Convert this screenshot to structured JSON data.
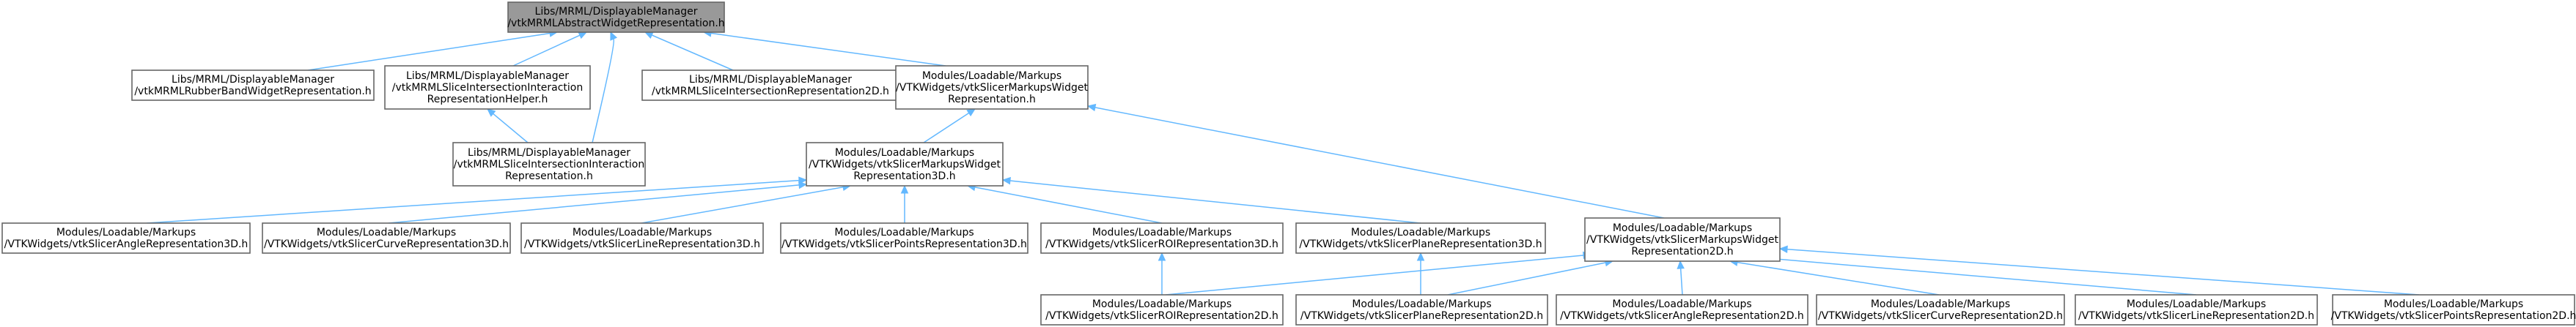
{
  "graph": {
    "colors": {
      "edge": "#63b8ff",
      "node_border": "#666666",
      "root_fill": "#999999",
      "node_fill": "#ffffff",
      "text": "#000000"
    },
    "nodes": [
      {
        "id": "n0",
        "lines": [
          "Libs/MRML/DisplayableManager",
          "/vtkMRMLAbstractWidgetRepresentation.h"
        ]
      },
      {
        "id": "n1",
        "lines": [
          "Libs/MRML/DisplayableManager",
          "/vtkMRMLRubberBandWidgetRepresentation.h"
        ]
      },
      {
        "id": "n2",
        "lines": [
          "Libs/MRML/DisplayableManager",
          "/vtkMRMLSliceIntersectionInteraction",
          "RepresentationHelper.h"
        ]
      },
      {
        "id": "n3",
        "lines": [
          "Libs/MRML/DisplayableManager",
          "/vtkMRMLSliceIntersectionRepresentation2D.h"
        ]
      },
      {
        "id": "n4",
        "lines": [
          "Modules/Loadable/Markups",
          "/VTKWidgets/vtkSlicerMarkupsWidget",
          "Representation.h"
        ]
      },
      {
        "id": "n5",
        "lines": [
          "Libs/MRML/DisplayableManager",
          "/vtkMRMLSliceIntersectionInteraction",
          "Representation.h"
        ]
      },
      {
        "id": "n6",
        "lines": [
          "Modules/Loadable/Markups",
          "/VTKWidgets/vtkSlicerMarkupsWidget",
          "Representation3D.h"
        ]
      },
      {
        "id": "n7",
        "lines": [
          "Modules/Loadable/Markups",
          "/VTKWidgets/vtkSlicerMarkupsWidget",
          "Representation2D.h"
        ]
      },
      {
        "id": "n8",
        "lines": [
          "Modules/Loadable/Markups",
          "/VTKWidgets/vtkSlicerAngleRepresentation3D.h"
        ]
      },
      {
        "id": "n9",
        "lines": [
          "Modules/Loadable/Markups",
          "/VTKWidgets/vtkSlicerCurveRepresentation3D.h"
        ]
      },
      {
        "id": "n10",
        "lines": [
          "Modules/Loadable/Markups",
          "/VTKWidgets/vtkSlicerLineRepresentation3D.h"
        ]
      },
      {
        "id": "n11",
        "lines": [
          "Modules/Loadable/Markups",
          "/VTKWidgets/vtkSlicerPointsRepresentation3D.h"
        ]
      },
      {
        "id": "n12",
        "lines": [
          "Modules/Loadable/Markups",
          "/VTKWidgets/vtkSlicerROIRepresentation3D.h"
        ]
      },
      {
        "id": "n13",
        "lines": [
          "Modules/Loadable/Markups",
          "/VTKWidgets/vtkSlicerPlaneRepresentation3D.h"
        ]
      },
      {
        "id": "n14",
        "lines": [
          "Modules/Loadable/Markups",
          "/VTKWidgets/vtkSlicerROIRepresentation2D.h"
        ]
      },
      {
        "id": "n15",
        "lines": [
          "Modules/Loadable/Markups",
          "/VTKWidgets/vtkSlicerPlaneRepresentation2D.h"
        ]
      },
      {
        "id": "n16",
        "lines": [
          "Modules/Loadable/Markups",
          "/VTKWidgets/vtkSlicerAngleRepresentation2D.h"
        ]
      },
      {
        "id": "n17",
        "lines": [
          "Modules/Loadable/Markups",
          "/VTKWidgets/vtkSlicerCurveRepresentation2D.h"
        ]
      },
      {
        "id": "n18",
        "lines": [
          "Modules/Loadable/Markups",
          "/VTKWidgets/vtkSlicerLineRepresentation2D.h"
        ]
      },
      {
        "id": "n19",
        "lines": [
          "Modules/Loadable/Markups",
          "/VTKWidgets/vtkSlicerPointsRepresentation2D.h"
        ]
      }
    ],
    "edges": [
      {
        "from": "n1",
        "to": "n0"
      },
      {
        "from": "n2",
        "to": "n0"
      },
      {
        "from": "n3",
        "to": "n0"
      },
      {
        "from": "n4",
        "to": "n0"
      },
      {
        "from": "n5",
        "to": "n0"
      },
      {
        "from": "n5",
        "to": "n2"
      },
      {
        "from": "n6",
        "to": "n4"
      },
      {
        "from": "n7",
        "to": "n4"
      },
      {
        "from": "n8",
        "to": "n6"
      },
      {
        "from": "n9",
        "to": "n6"
      },
      {
        "from": "n10",
        "to": "n6"
      },
      {
        "from": "n11",
        "to": "n6"
      },
      {
        "from": "n12",
        "to": "n6"
      },
      {
        "from": "n13",
        "to": "n6"
      },
      {
        "from": "n14",
        "to": "n12"
      },
      {
        "from": "n15",
        "to": "n13"
      },
      {
        "from": "n14",
        "to": "n7"
      },
      {
        "from": "n15",
        "to": "n7"
      },
      {
        "from": "n16",
        "to": "n7"
      },
      {
        "from": "n17",
        "to": "n7"
      },
      {
        "from": "n18",
        "to": "n7"
      },
      {
        "from": "n19",
        "to": "n7"
      }
    ]
  }
}
